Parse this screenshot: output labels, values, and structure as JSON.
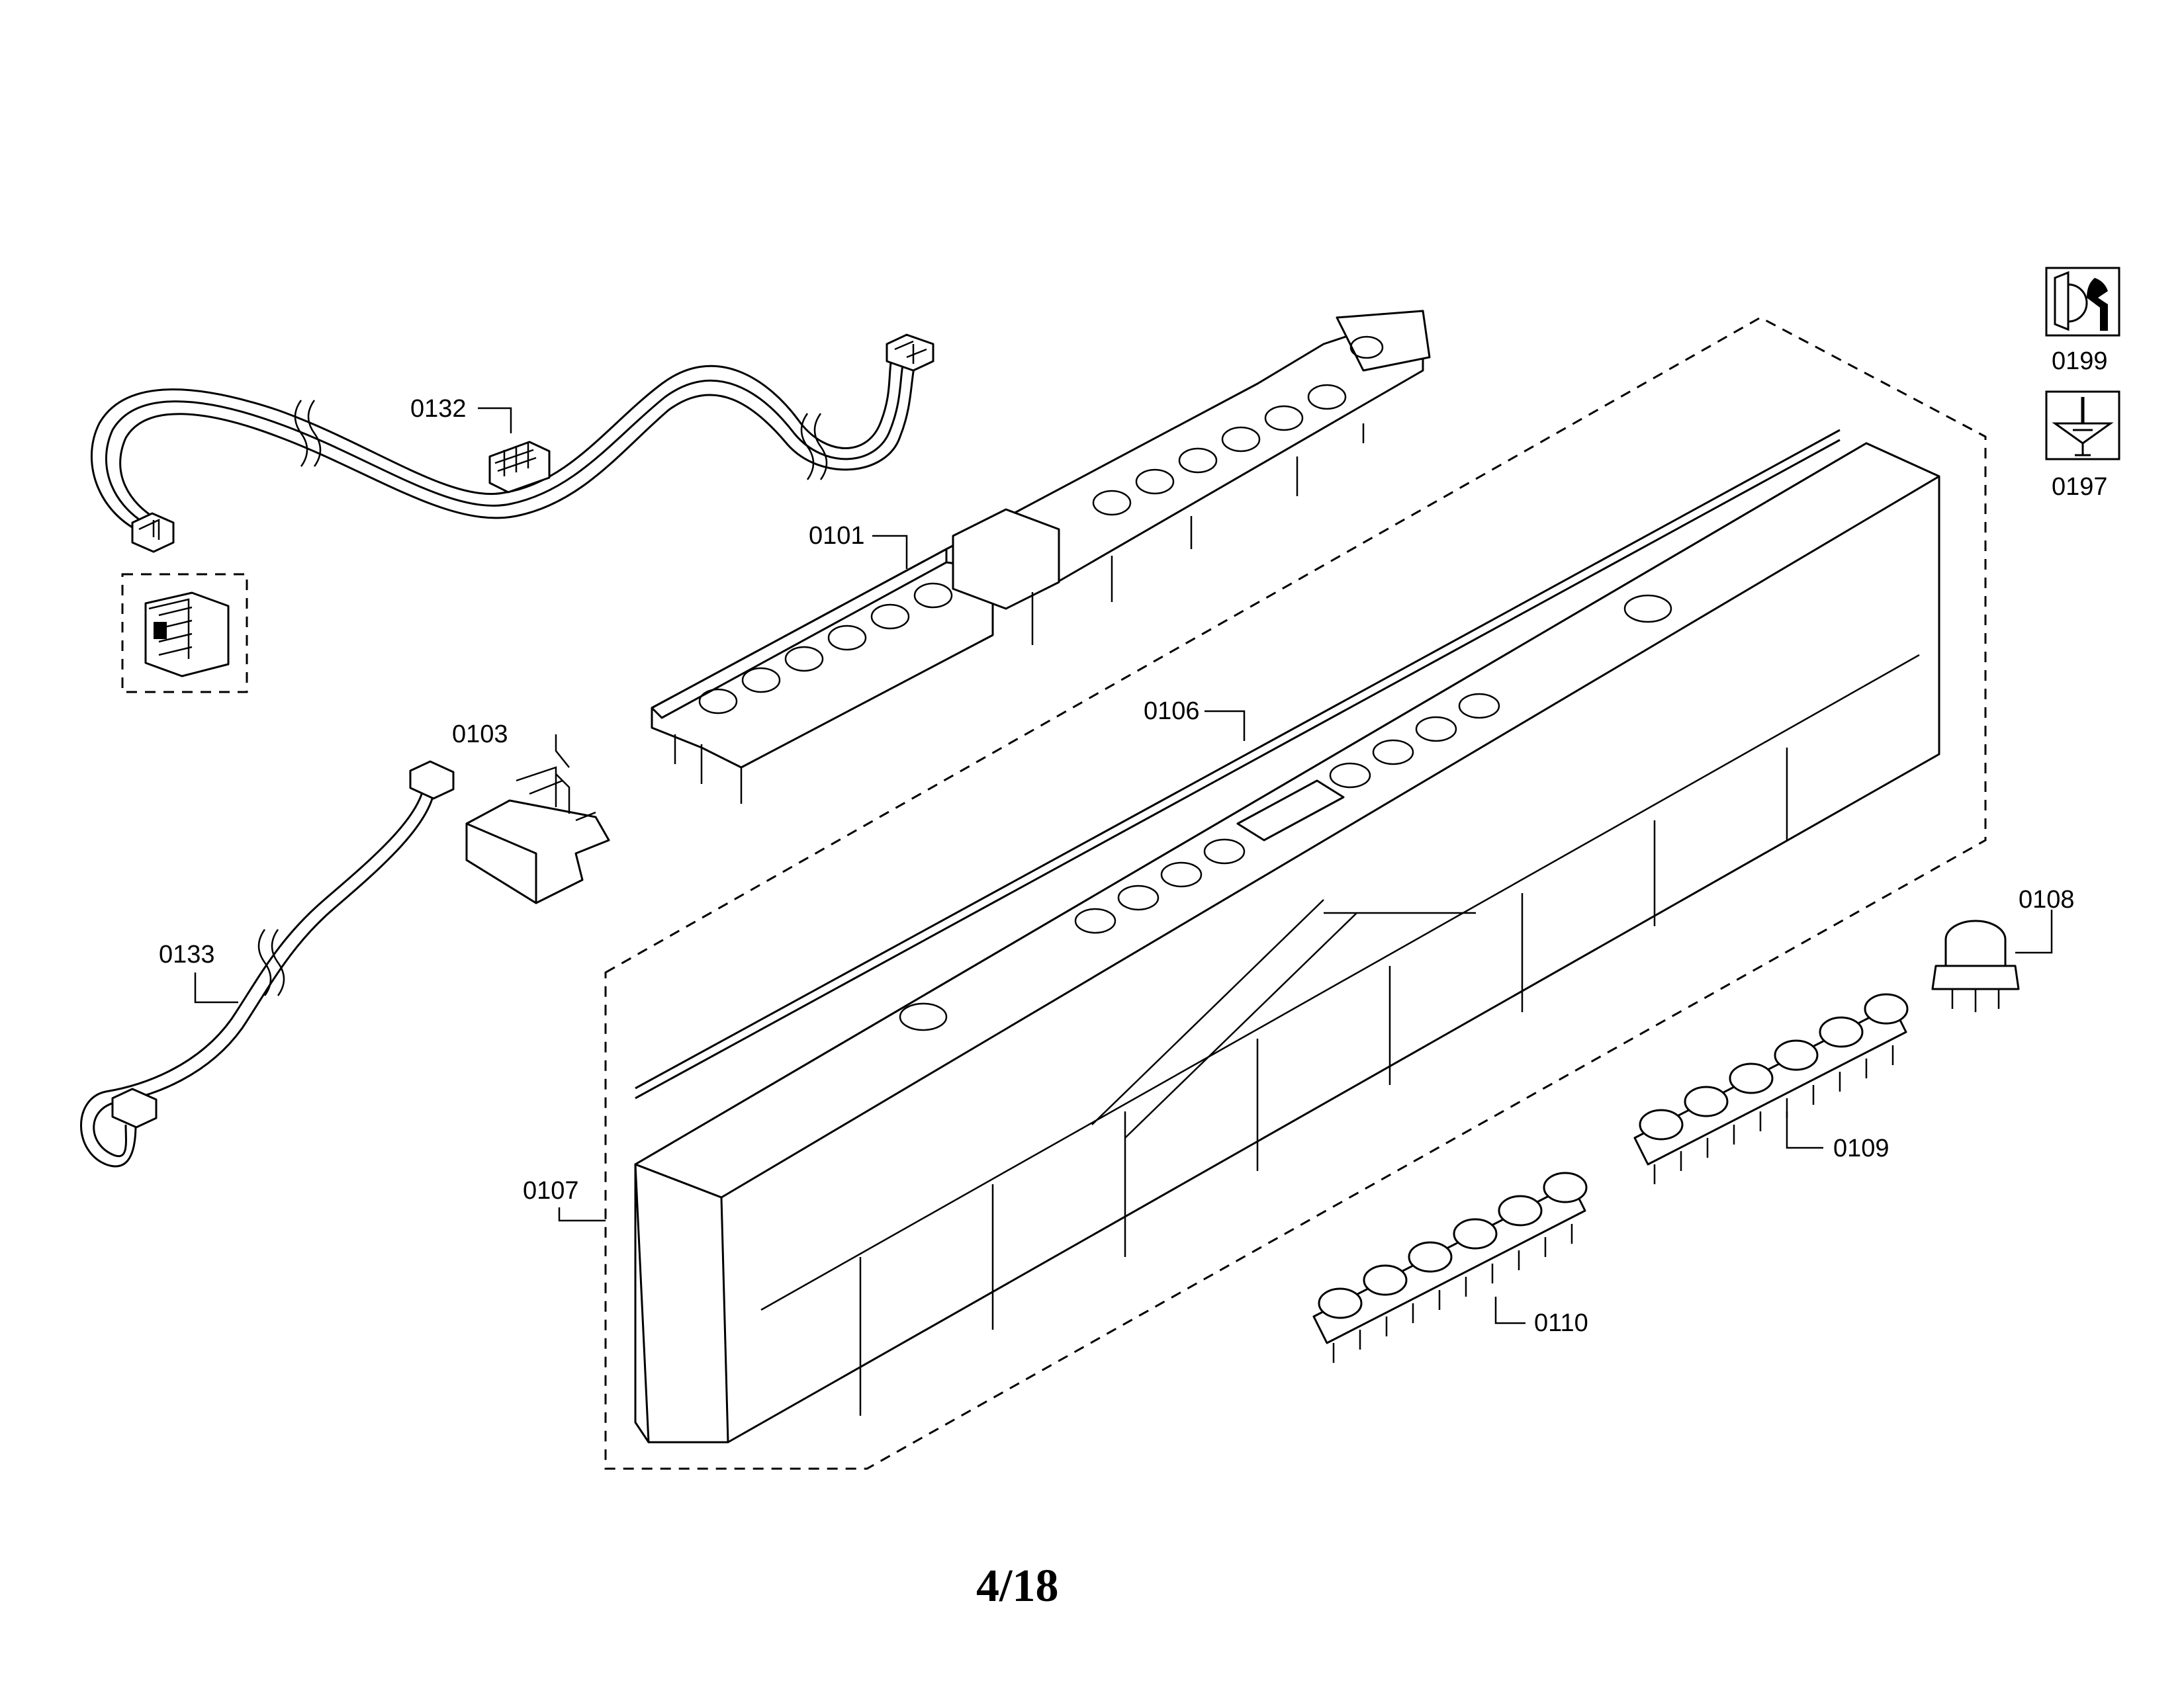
{
  "labels": {
    "p0132": "0132",
    "p0101": "0101",
    "p0103": "0103",
    "p0106": "0106",
    "p0133": "0133",
    "p0107": "0107",
    "p0108": "0108",
    "p0109": "0109",
    "p0110": "0110",
    "p0199": "0199",
    "p0197": "0197"
  },
  "page_number": "4/18",
  "icons": {
    "p0199": "nut-wrench-icon",
    "p0197": "screwdriver-screw-icon"
  }
}
